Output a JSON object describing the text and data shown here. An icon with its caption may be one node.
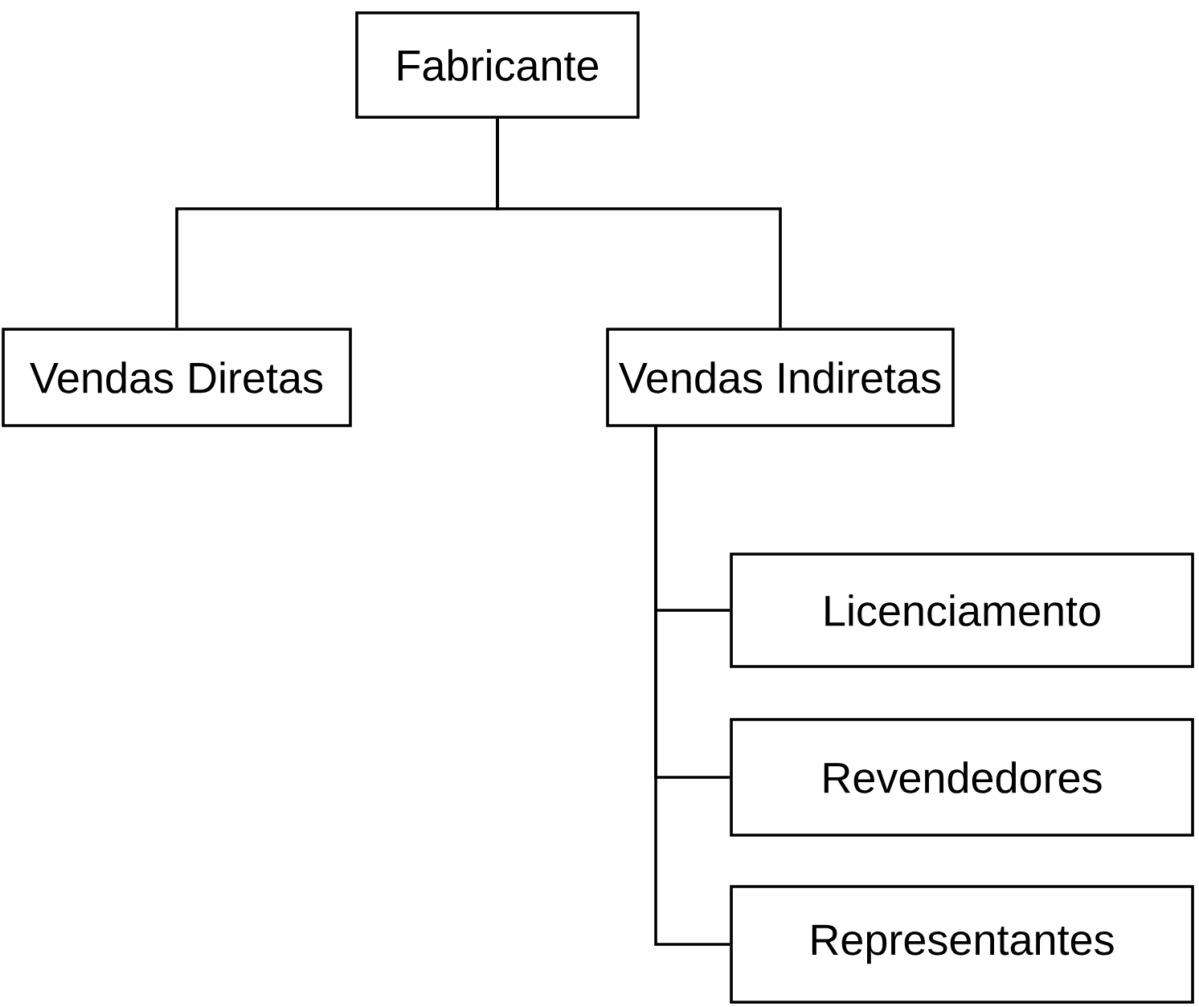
{
  "diagram": {
    "nodes": [
      {
        "text": [
          "Fabricante"
        ]
      },
      {
        "text": [
          "Vendas Diretas"
        ]
      },
      {
        "text": [
          "Vendas Indiretas"
        ]
      },
      {
        "text": [
          "Licenciamento"
        ]
      },
      {
        "text": [
          "Revendedores"
        ]
      },
      {
        "text": [
          "Representantes"
        ]
      }
    ],
    "edges": [
      {
        "from": 0,
        "to": 1,
        "arrow": "none"
      },
      {
        "from": 0,
        "to": 2,
        "arrow": "none"
      },
      {
        "from": 2,
        "to": 3,
        "arrow": "none"
      },
      {
        "from": 2,
        "to": 4,
        "arrow": "none"
      },
      {
        "from": 2,
        "to": 5,
        "arrow": "none"
      }
    ]
  }
}
